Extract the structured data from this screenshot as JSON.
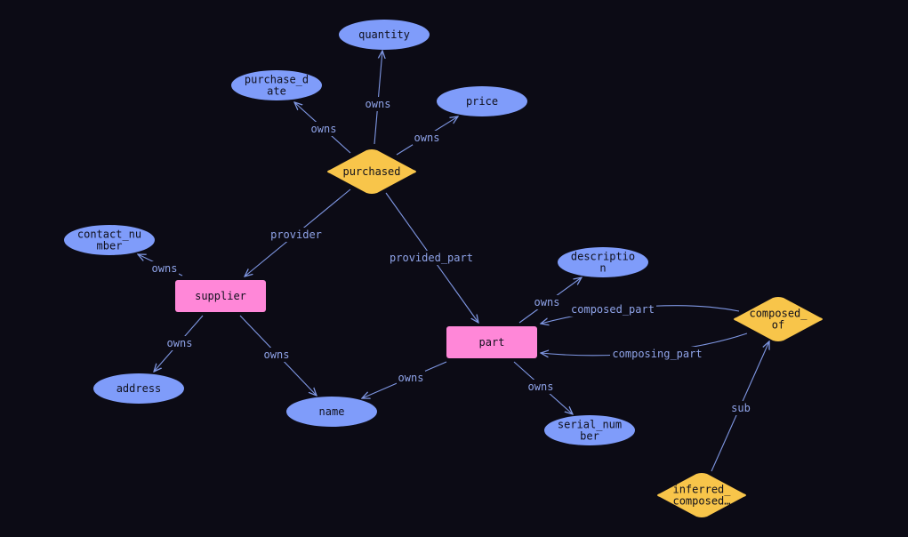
{
  "colors": {
    "background": "#0c0b15",
    "entity": "#ff87d8",
    "relation": "#f8c54a",
    "attribute": "#7f9cfa",
    "edge": "#7f97e3",
    "edge_label": "#8fa3e8",
    "node_text": "#10101c"
  },
  "nodes": [
    {
      "id": "quantity",
      "kind": "attribute",
      "lines": [
        "quantity"
      ]
    },
    {
      "id": "purchase_date",
      "kind": "attribute",
      "lines": [
        "purchase_d",
        "ate"
      ]
    },
    {
      "id": "price",
      "kind": "attribute",
      "lines": [
        "price"
      ]
    },
    {
      "id": "purchased",
      "kind": "relation",
      "lines": [
        "purchased"
      ]
    },
    {
      "id": "contact_number",
      "kind": "attribute",
      "lines": [
        "contact_nu",
        "mber"
      ]
    },
    {
      "id": "supplier",
      "kind": "entity",
      "lines": [
        "supplier"
      ]
    },
    {
      "id": "description",
      "kind": "attribute",
      "lines": [
        "descriptio",
        "n"
      ]
    },
    {
      "id": "composed_of",
      "kind": "relation",
      "lines": [
        "composed_",
        "of"
      ]
    },
    {
      "id": "part",
      "kind": "entity",
      "lines": [
        "part"
      ]
    },
    {
      "id": "address",
      "kind": "attribute",
      "lines": [
        "address"
      ]
    },
    {
      "id": "name",
      "kind": "attribute",
      "lines": [
        "name"
      ]
    },
    {
      "id": "serial_number",
      "kind": "attribute",
      "lines": [
        "serial_num",
        "ber"
      ]
    },
    {
      "id": "inferred_composed",
      "kind": "relation",
      "lines": [
        "inferred_",
        "composed…"
      ]
    }
  ],
  "edges": [
    {
      "id": "e1",
      "label": "owns"
    },
    {
      "id": "e2",
      "label": "owns"
    },
    {
      "id": "e3",
      "label": "owns"
    },
    {
      "id": "e4",
      "label": "provider"
    },
    {
      "id": "e5",
      "label": "provided_part"
    },
    {
      "id": "e6",
      "label": "owns"
    },
    {
      "id": "e7",
      "label": "owns"
    },
    {
      "id": "e8",
      "label": "owns"
    },
    {
      "id": "e9",
      "label": "owns"
    },
    {
      "id": "e10",
      "label": "composed_part"
    },
    {
      "id": "e11",
      "label": "composing_part"
    },
    {
      "id": "e12",
      "label": "owns"
    },
    {
      "id": "e13",
      "label": "owns"
    },
    {
      "id": "e14",
      "label": "owns"
    },
    {
      "id": "e15",
      "label": "sub"
    }
  ]
}
